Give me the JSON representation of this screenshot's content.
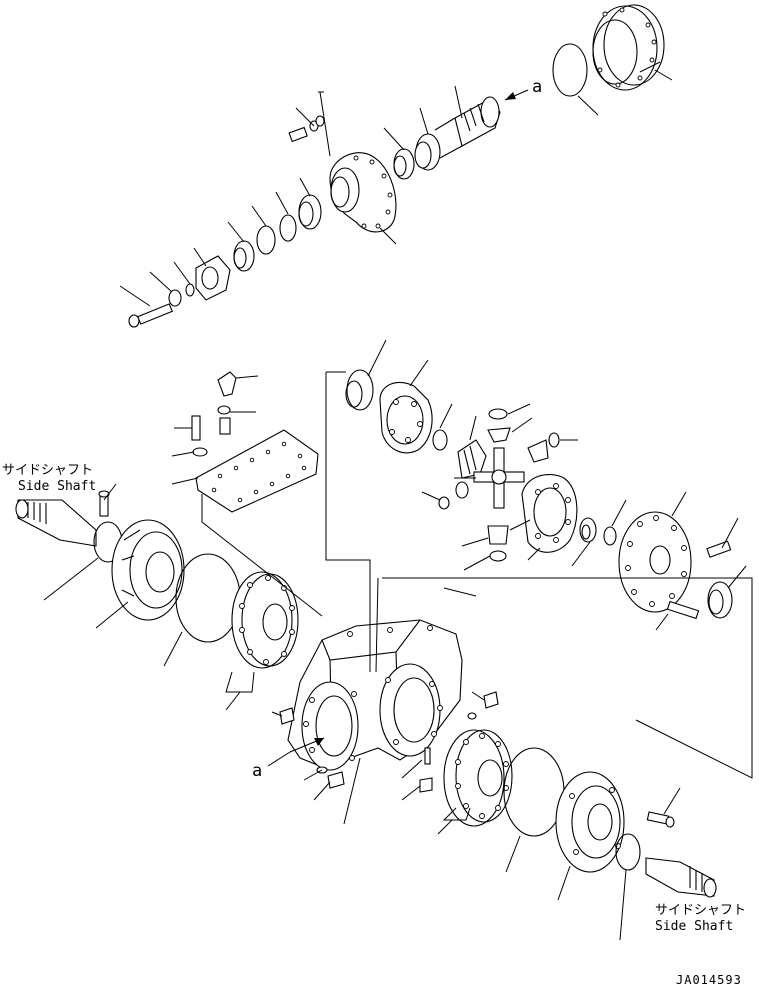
{
  "labels": {
    "side_shaft_left_jp": "サイドシャフト",
    "side_shaft_left_en": "Side Shaft",
    "side_shaft_right_jp": "サイドシャフト",
    "side_shaft_right_en": "Side Shaft",
    "ref_a_top": "a",
    "ref_a_bottom": "a",
    "drawing_number": "JA014593"
  }
}
